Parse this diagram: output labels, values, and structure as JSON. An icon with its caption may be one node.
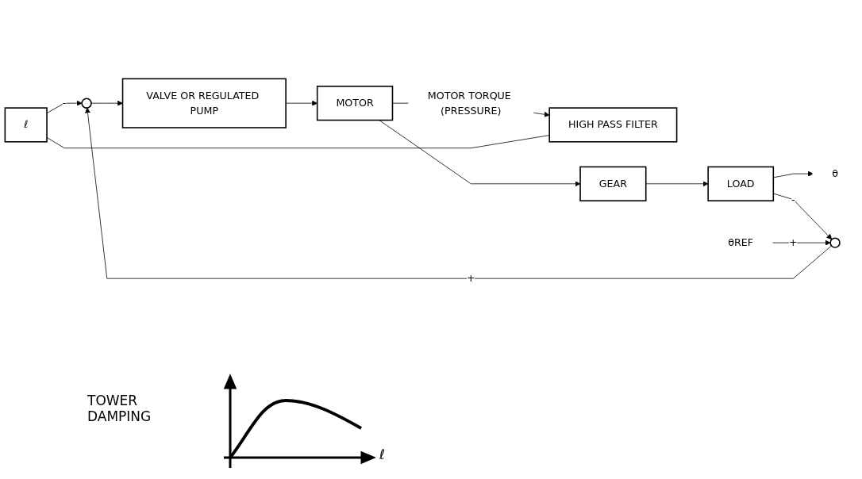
{
  "diagram": {
    "nodes": [
      {
        "text": [
          "ℓ"
        ]
      },
      {
        "text": [
          "HIGH PASS FILTER"
        ]
      },
      {
        "text": [],
        "shape": "circle"
      },
      {
        "text": [
          "VALVE OR REGULATED PUMP"
        ]
      },
      {
        "text": [
          "MOTOR"
        ]
      },
      {
        "text": [
          "GEAR"
        ]
      },
      {
        "text": [
          "LOAD"
        ]
      },
      {
        "text": [
          "θ"
        ]
      },
      {
        "text": [],
        "shape": "circle"
      },
      {
        "text": [
          "θREF"
        ]
      }
    ],
    "edges": [
      {
        "from": 4,
        "to": 1,
        "arrow": "to",
        "label": "MOTOR TORQUE (PRESSURE)"
      },
      {
        "from": 1,
        "to": 0,
        "arrow": "none"
      },
      {
        "from": 0,
        "to": 2,
        "arrow": "to",
        "label": "-"
      },
      {
        "from": 2,
        "to": 3,
        "arrow": "to"
      },
      {
        "from": 3,
        "to": 4,
        "arrow": "to"
      },
      {
        "from": 4,
        "to": 5,
        "arrow": "to"
      },
      {
        "from": 5,
        "to": 6,
        "arrow": "to"
      },
      {
        "from": 6,
        "to": 7,
        "arrow": "to"
      },
      {
        "from": 6,
        "to": 8,
        "arrow": "to",
        "label": "-"
      },
      {
        "from": 9,
        "to": 8,
        "arrow": "to",
        "label": "+"
      },
      {
        "from": 8,
        "to": 2,
        "arrow": "to",
        "label": "+"
      }
    ],
    "labels": [
      "TOWER DAMPING",
      "ℓ"
    ]
  }
}
